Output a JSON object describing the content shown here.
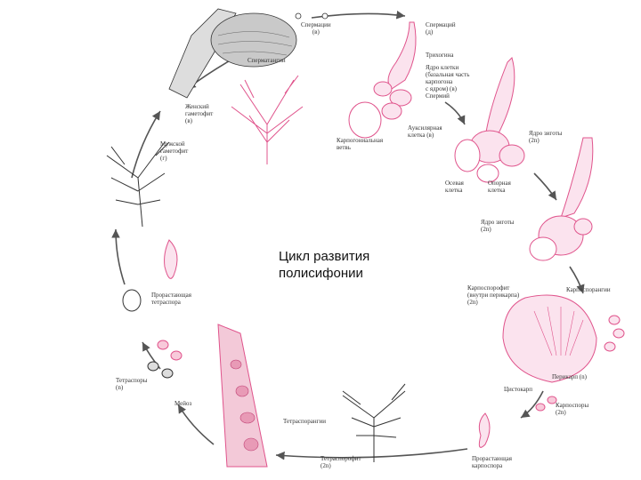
{
  "title": {
    "line1": "Цикл развития",
    "line2": "полисифонии"
  },
  "labels": {
    "spermatia_a": "Спермации\n(в)",
    "spermatium_d": "Спермаций\n(д)",
    "trichogyne": "Трихогина",
    "nucleus": "Ядро клетки\n(базальная часть\nкарпогона\nс ядром) (в)",
    "spermatangia": "Сперматангии",
    "spermium": "Спермий",
    "female": "Женский\nгаметофит\n(в)",
    "auxiliary": "Ауксилярная\nклетка (в)",
    "zygote_nuclei_2n": "Ядро зиготы\n(2n)",
    "carpogonial": "Карпогониальная\nветвь",
    "male": "Мужской\nгаметофит\n(г)",
    "support_cell": "Опорная\nклетка",
    "stalk_cell": "Осевая\nклетка",
    "zygote_2n_2": "Ядро зиготы\n(2n)",
    "carposporophyte": "Карпоспорофит\n(внутри перикарпа)\n(2n)",
    "carposporangium": "Карпоспорангии",
    "released_tetra": "Прорастающая\nтетраспора",
    "tetraspores": "Тетраспоры\n(n)",
    "pericarp": "Перикарп (n)",
    "cystocarp": "Цистокарп",
    "meiosis": "Мейоз",
    "carpospores": "Карпоспоры\n(2n)",
    "tetrasporangia": "Тетраспорангии",
    "germinating_carp": "Прорастающая\nкарпоспора",
    "tetrasporophyte": "Тетраспорофит\n(2n)"
  },
  "colors": {
    "haploid": "#333333",
    "diploid": "#e0548c",
    "arrow": "#555555"
  }
}
